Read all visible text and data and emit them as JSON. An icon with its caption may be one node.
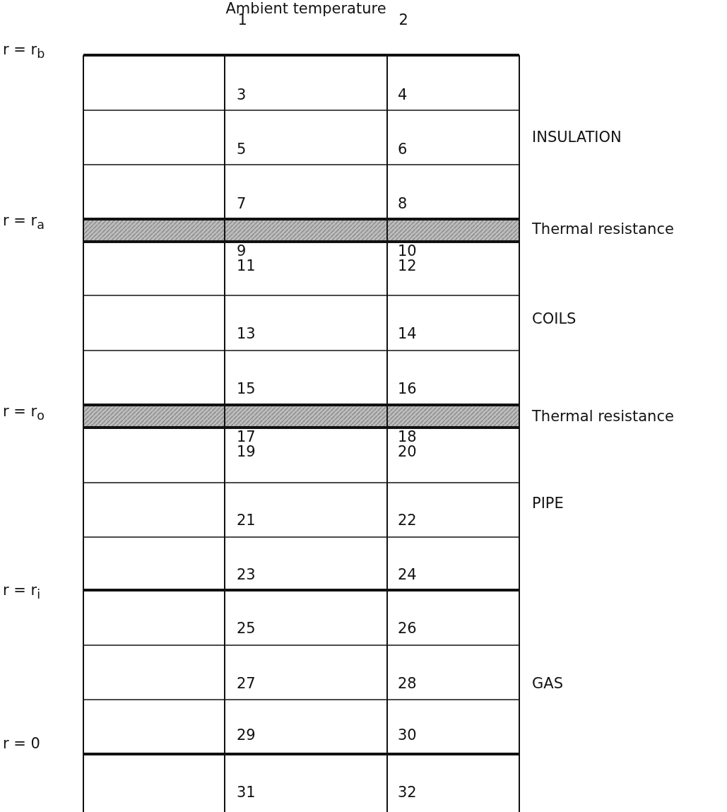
{
  "diagram": {
    "title": "Ambient temperature",
    "labels": [
      "1",
      "2",
      "r = r$_{b}$",
      "3",
      "4",
      "INSULATION",
      "5",
      "6",
      "7",
      "8",
      "r = r$_{a}$",
      "Thermal resistance",
      "9",
      "10",
      "11",
      "12",
      "COILS",
      "13",
      "14",
      "15",
      "16",
      "r = r$_{o}$",
      "Thermal resistance",
      "17",
      "18",
      "19",
      "20",
      "PIPE",
      "21",
      "22",
      "23",
      "24",
      "r = r$_{i}$",
      "25",
      "26",
      "27",
      "28",
      "GAS",
      "29",
      "30",
      "r = 0",
      "31",
      "32"
    ]
  }
}
